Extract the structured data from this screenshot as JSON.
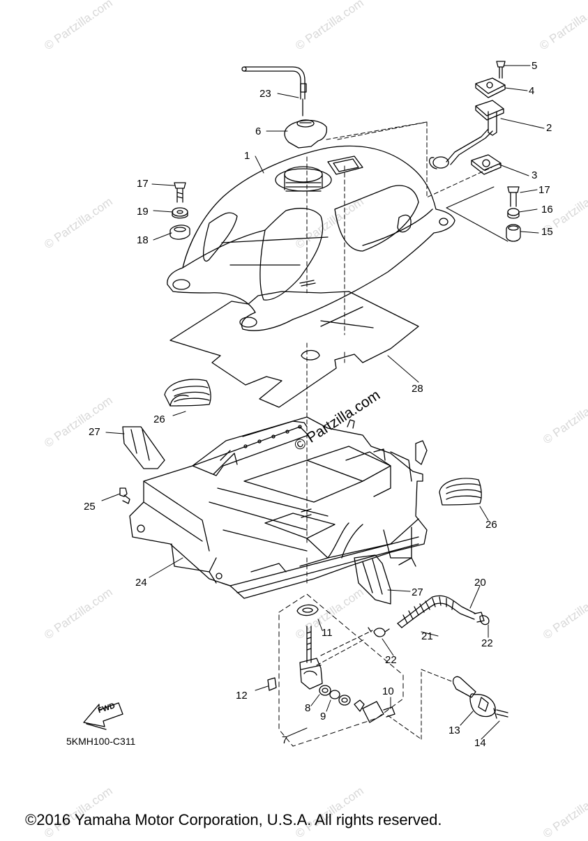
{
  "watermark": "© Partzilla.com",
  "diagram_code": "5KMH100-C311",
  "copyright": "©2016 Yamaha Motor Corporation, U.S.A. All rights reserved.",
  "fwd_label": "FWD",
  "callouts": [
    {
      "id": "c1",
      "text": "1"
    },
    {
      "id": "c2",
      "text": "2"
    },
    {
      "id": "c3",
      "text": "3"
    },
    {
      "id": "c4",
      "text": "4"
    },
    {
      "id": "c5",
      "text": "5"
    },
    {
      "id": "c6",
      "text": "6"
    },
    {
      "id": "c7",
      "text": "7"
    },
    {
      "id": "c8",
      "text": "8"
    },
    {
      "id": "c9",
      "text": "9"
    },
    {
      "id": "c10",
      "text": "10"
    },
    {
      "id": "c11",
      "text": "11"
    },
    {
      "id": "c12",
      "text": "12"
    },
    {
      "id": "c13",
      "text": "13"
    },
    {
      "id": "c14",
      "text": "14"
    },
    {
      "id": "c15",
      "text": "15"
    },
    {
      "id": "c16",
      "text": "16"
    },
    {
      "id": "c17a",
      "text": "17"
    },
    {
      "id": "c17b",
      "text": "17"
    },
    {
      "id": "c18",
      "text": "18"
    },
    {
      "id": "c19",
      "text": "19"
    },
    {
      "id": "c20",
      "text": "20"
    },
    {
      "id": "c21",
      "text": "21"
    },
    {
      "id": "c22a",
      "text": "22"
    },
    {
      "id": "c22b",
      "text": "22"
    },
    {
      "id": "c23",
      "text": "23"
    },
    {
      "id": "c24",
      "text": "24"
    },
    {
      "id": "c25",
      "text": "25"
    },
    {
      "id": "c26a",
      "text": "26"
    },
    {
      "id": "c26b",
      "text": "26"
    },
    {
      "id": "c27a",
      "text": "27"
    },
    {
      "id": "c27b",
      "text": "27"
    },
    {
      "id": "c28",
      "text": "28"
    }
  ]
}
